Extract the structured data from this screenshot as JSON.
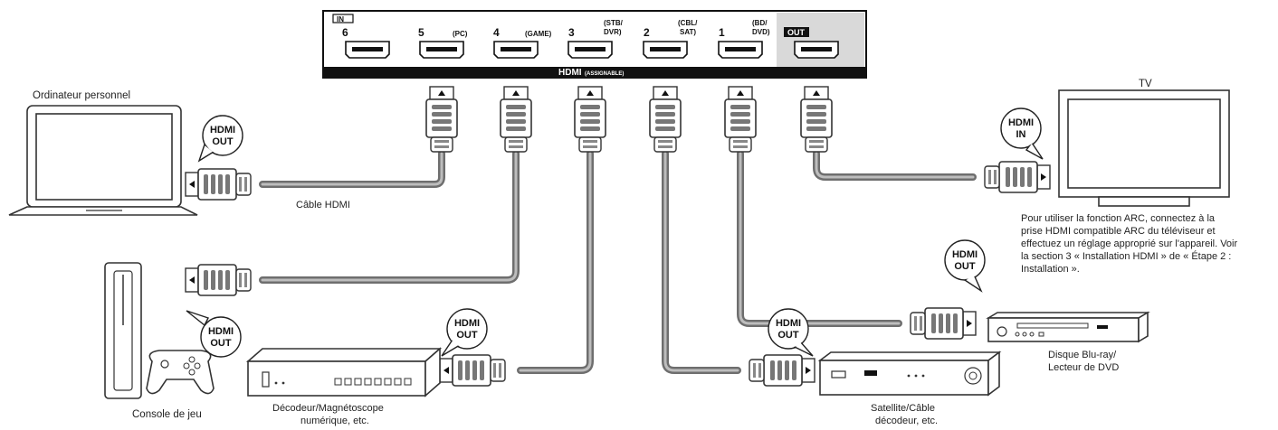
{
  "receiver": {
    "in_label": "IN",
    "out_label": "OUT",
    "bar_label": "HDMI",
    "bar_sub": "(ASSIGNABLE)",
    "ports": [
      {
        "num": "6",
        "sub1": "",
        "sub2": ""
      },
      {
        "num": "5",
        "sub1": "(PC)",
        "sub2": ""
      },
      {
        "num": "4",
        "sub1": "(GAME)",
        "sub2": ""
      },
      {
        "num": "3",
        "sub1": "(STB/",
        "sub2": "DVR)"
      },
      {
        "num": "2",
        "sub1": "(CBL/",
        "sub2": "SAT)"
      },
      {
        "num": "1",
        "sub1": "(BD/",
        "sub2": "DVD)"
      }
    ]
  },
  "devices": {
    "pc": {
      "label": "Ordinateur personnel",
      "bubble1": "HDMI",
      "bubble2": "OUT"
    },
    "tv": {
      "label": "TV",
      "bubble1": "HDMI",
      "bubble2": "IN"
    },
    "console": {
      "label": "Console de jeu",
      "bubble1": "HDMI",
      "bubble2": "OUT"
    },
    "stb": {
      "label1": "Décodeur/Magnétoscope",
      "label2": "numérique, etc.",
      "bubble1": "HDMI",
      "bubble2": "OUT"
    },
    "sat": {
      "label1": "Satellite/Câble",
      "label2": "décodeur, etc.",
      "bubble1": "HDMI",
      "bubble2": "OUT"
    },
    "bd": {
      "label1": "Disque Blu-ray/",
      "label2": "Lecteur de DVD",
      "bubble1": "HDMI",
      "bubble2": "OUT"
    }
  },
  "cable_label": "Câble HDMI",
  "arc_note": [
    "Pour utiliser la fonction ARC, connectez à la",
    "prise HDMI compatible ARC du téléviseur et",
    "effectuez un réglage approprié sur l'appareil. Voir",
    "la section 3 « Installation HDMI » de « Étape 2 :",
    "Installation »."
  ]
}
